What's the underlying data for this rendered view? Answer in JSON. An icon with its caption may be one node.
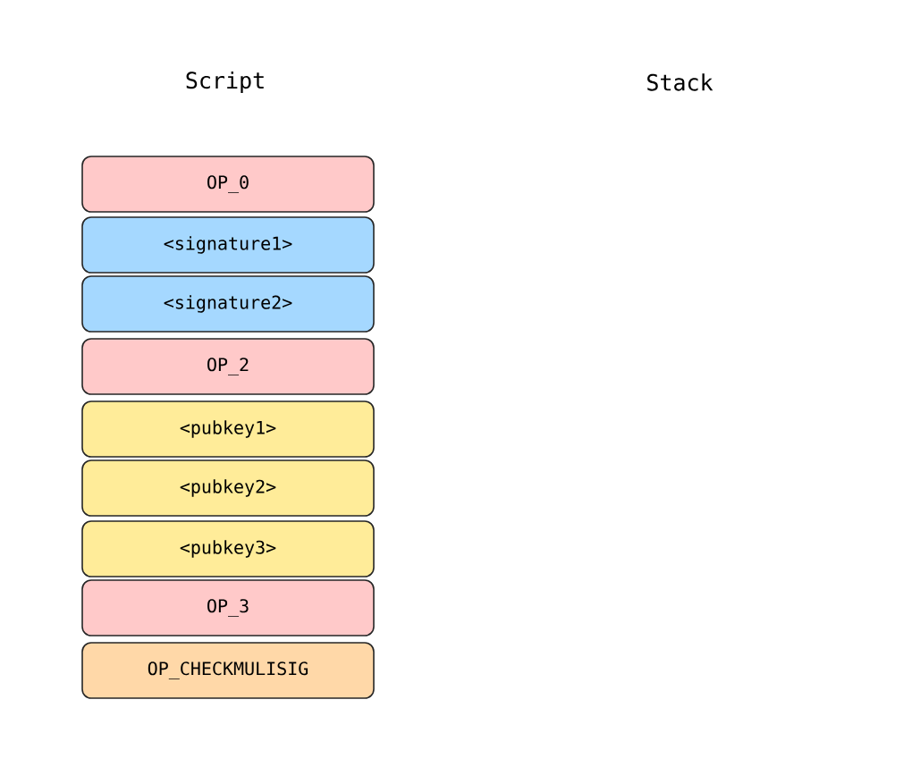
{
  "diagram": {
    "nodes": [
      {
        "text": [
          "OP_0"
        ]
      },
      {
        "text": [
          "<signature1>"
        ]
      },
      {
        "text": [
          "<signature2>"
        ]
      },
      {
        "text": [
          "OP_2"
        ]
      },
      {
        "text": [
          "<pubkey1>"
        ]
      },
      {
        "text": [
          "<pubkey2>"
        ]
      },
      {
        "text": [
          "<pubkey3>"
        ]
      },
      {
        "text": [
          "OP_3"
        ]
      },
      {
        "text": [
          "OP_CHECKMULISIG"
        ]
      }
    ],
    "labels": [
      "Script",
      "Stack"
    ]
  }
}
